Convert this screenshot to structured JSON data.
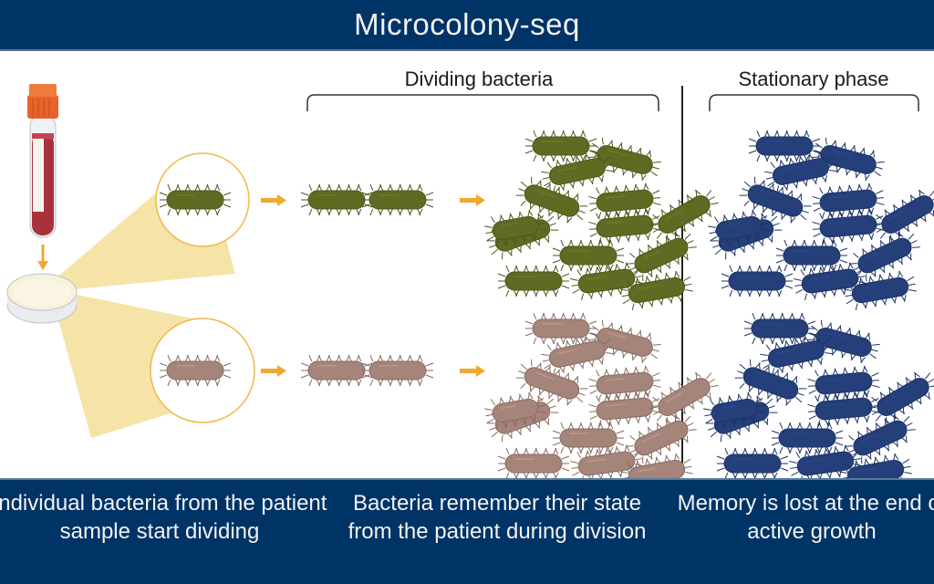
{
  "header": {
    "title": "Microcolony-seq"
  },
  "labels": {
    "dividing": "Dividing bacteria",
    "stationary": "Stationary phase"
  },
  "captions": [
    "Individual bacteria from the patient sample start dividing",
    "Bacteria remember their state from the patient during division",
    "Memory is lost at the end of active growth"
  ],
  "colors": {
    "banner": "#003366",
    "green_strain": "#5e6b22",
    "brown_strain": "#a5847a",
    "stationary_blue": "#253f7a",
    "arrow": "#f0a830",
    "lens_fill": "#f5e3a8",
    "lens_border": "#f0b84a",
    "tube_cap": "#e8632a",
    "blood": "#a8323c"
  },
  "elements": {
    "sample_tube": "blood-sample-tube",
    "petri_dish": "petri-dish",
    "strains": [
      "green-strain",
      "brown-strain"
    ]
  }
}
